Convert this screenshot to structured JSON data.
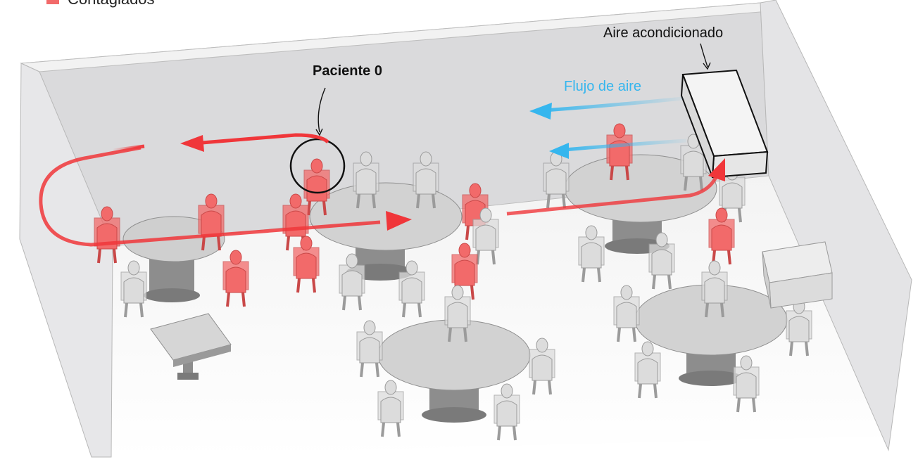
{
  "legend": {
    "label": "Contagiados",
    "color": "#f26a6a"
  },
  "labels": {
    "patient_zero": "Paciente 0",
    "air_conditioner": "Aire acondicionado",
    "airflow": "Flujo de aire"
  },
  "colors": {
    "infected": "#f26a6a",
    "healthy": "#dcdcdc",
    "airflow_blue": "#35b6ee",
    "contagion_red": "#f0363a",
    "wall": "#d4d4d6"
  },
  "icons": [
    "person-figure-icon",
    "table-icon",
    "arrow-icon",
    "air-conditioner-icon"
  ]
}
